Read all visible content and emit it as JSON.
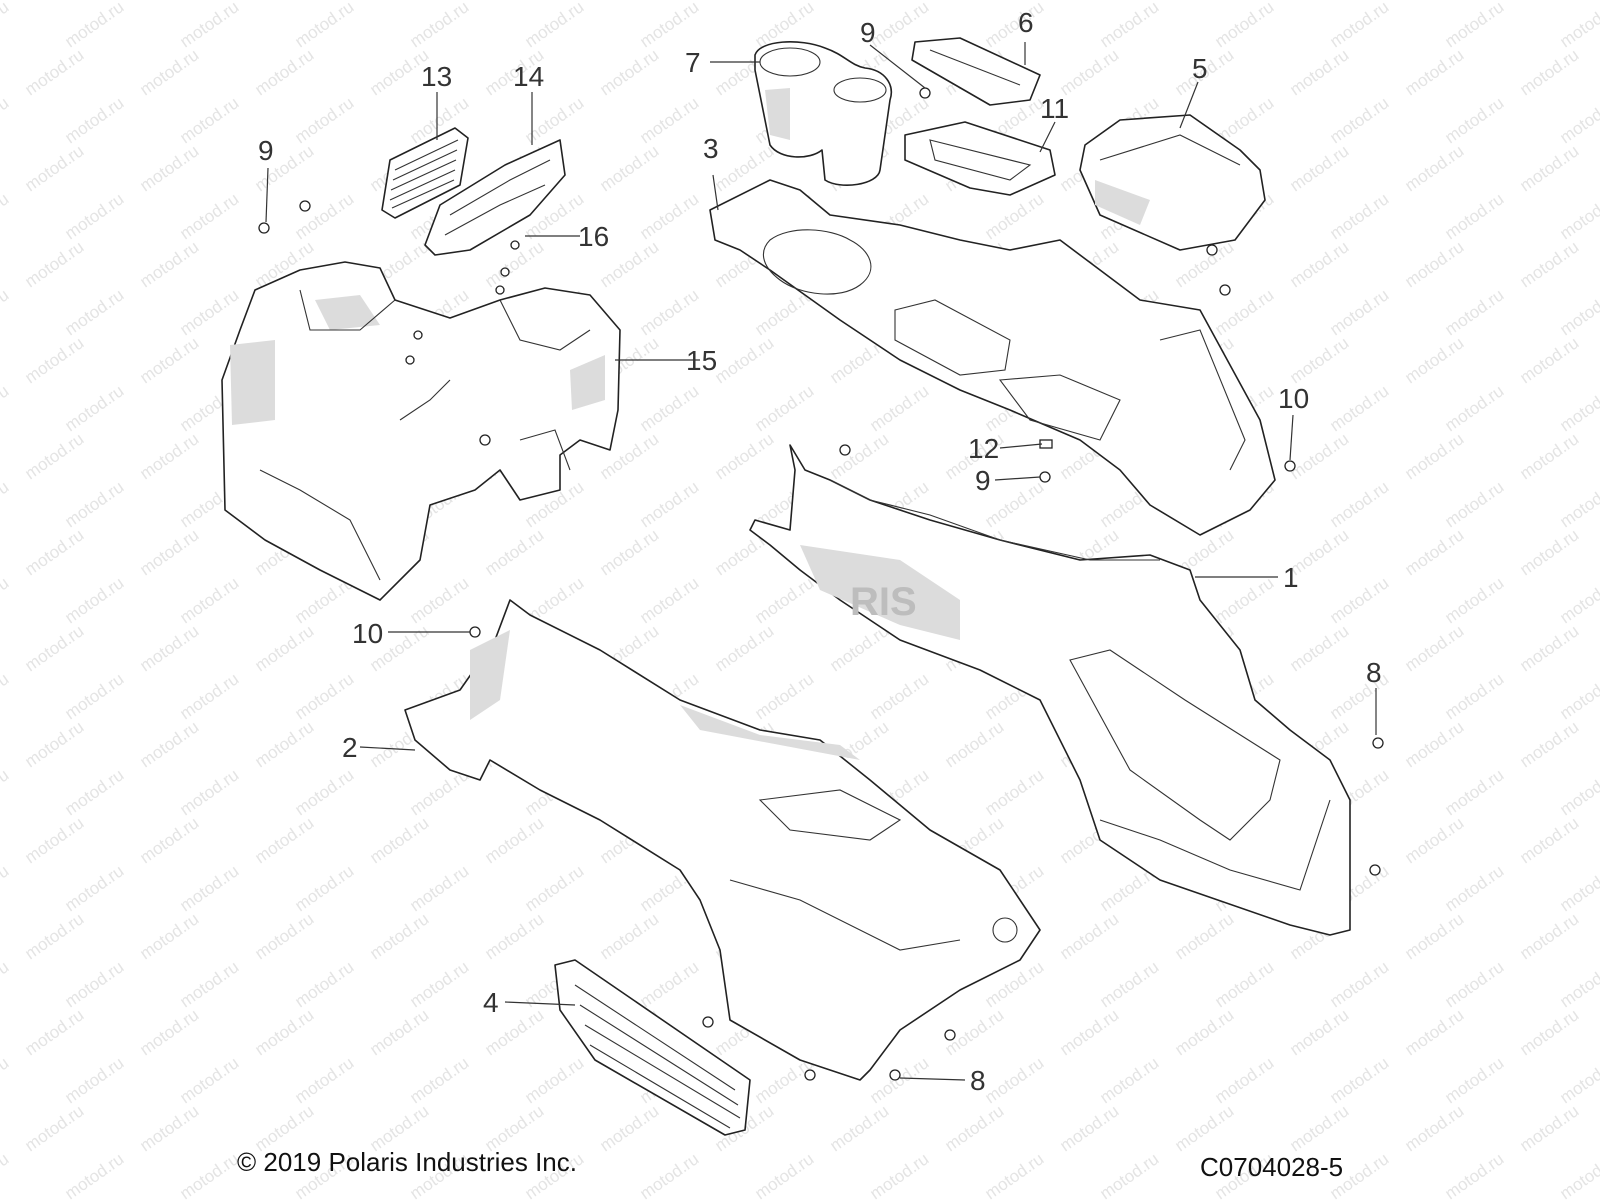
{
  "watermark": "motod.ru",
  "callouts": [
    {
      "id": "1",
      "label": "1"
    },
    {
      "id": "2",
      "label": "2"
    },
    {
      "id": "3",
      "label": "3"
    },
    {
      "id": "4",
      "label": "4"
    },
    {
      "id": "5",
      "label": "5"
    },
    {
      "id": "6",
      "label": "6"
    },
    {
      "id": "7",
      "label": "7"
    },
    {
      "id": "8a",
      "label": "8"
    },
    {
      "id": "8b",
      "label": "8"
    },
    {
      "id": "9a",
      "label": "9"
    },
    {
      "id": "9b",
      "label": "9"
    },
    {
      "id": "9c",
      "label": "9"
    },
    {
      "id": "10a",
      "label": "10"
    },
    {
      "id": "10b",
      "label": "10"
    },
    {
      "id": "11",
      "label": "11"
    },
    {
      "id": "12",
      "label": "12"
    },
    {
      "id": "13",
      "label": "13"
    },
    {
      "id": "14",
      "label": "14"
    },
    {
      "id": "15",
      "label": "15"
    },
    {
      "id": "16",
      "label": "16"
    }
  ],
  "part_marking": "RIS",
  "footer": {
    "copyright": "© 2019 Polaris Industries Inc.",
    "diagram_code": "C0704028-5"
  }
}
